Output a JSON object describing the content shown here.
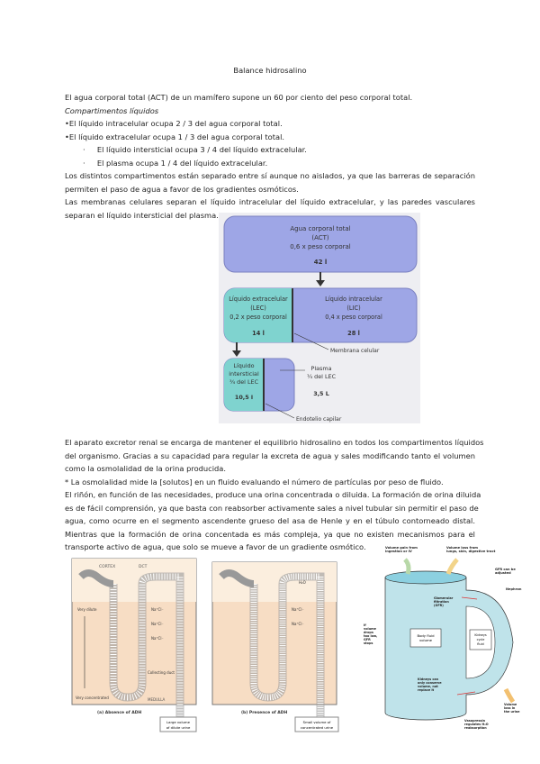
{
  "title": "Balance hidrosalino",
  "intro": [
    "El agua corporal total (ACT) de un mamífero supone un 60 por ciento del peso corporal total.",
    "Compartimentos líquidos",
    "•El líquido intracelular ocupa 2 / 3 del agua corporal total.",
    "•El líquido extracelular ocupa 1 / 3 del agua corporal total.",
    "El líquido intersticial ocupa 3 / 4 del líquido extracelular.",
    "El plasma ocupa 1 / 4 del líquido extracelular.",
    "Los distintos compartimentos están separado entre sí aunque no aislados, ya que las barreras de separación",
    "permiten el paso de agua a favor de los gradientes osmóticos.",
    "Las membranas celulares separan el líquido intracelular del líquido extracelular, y las paredes vasculares",
    "separan el líquido intersticial del plasma."
  ],
  "diagram": {
    "act": [
      "Agua corporal total",
      "(ACT)",
      "0,6 x peso corporal",
      "42 l"
    ],
    "lec": [
      "Líquido extracelular",
      "(LEC)",
      "0,2 x peso corporal",
      "14 l"
    ],
    "lic": [
      "Líquido intracelular",
      "(LIC)",
      "0,4 x peso corporal",
      "28 l"
    ],
    "membrana": "Membrana celular",
    "intersticial": [
      "Líquido",
      "intersticial",
      "¾ del LEC",
      "10,5 l"
    ],
    "plasma": [
      "Plasma",
      "¼ del LEC",
      "3,5 L"
    ],
    "endotelio": "Endotelio capilar",
    "colors": {
      "blue": "#9ea6e6",
      "teal": "#7fd3cf",
      "bg": "#eeeef2"
    }
  },
  "body": [
    "El aparato excretor renal se encarga de mantener el equilibrio hidrosalino en todos los compartimentos líquidos",
    "del organismo. Gracias a su capacidad para regular la excreta de agua y sales modificando tanto el volumen",
    "como la osmolalidad de la orina producida.",
    "* La osmolalidad mide la [solutos] en un fluido evaluando el número de partículas por peso de fluido.",
    "El riñón, en función de las necesidades, produce una orina concentrada o diluida. La formación de orina diluida",
    "es de fácil comprensión, ya que basta con reabsorber activamente sales a nivel tubular sin permitir el paso de",
    "agua, como ocurre en el segmento ascendente grueso del asa de Henle y en el túbulo contorneado distal.",
    "Mientras que la formación de orina concentada es más compleja, ya que no existen mecanismos para el",
    "transporte activo de agua, que solo se mueve a favor de un gradiente osmótico."
  ],
  "nephron": {
    "cortex": "CORTEX",
    "dct": "DCT",
    "medulla": "MEDULLA",
    "duct": "Collecting duct",
    "dilute": "Very dilute",
    "concentrated": "Very concentrated",
    "nacl": "Na⁺Cl⁻",
    "h2o": "H₂O",
    "caption_a": "(a) Absence of ADH",
    "caption_b": "(b) Presence of ADH",
    "out_a": [
      "Large volume",
      "of dilute urine"
    ],
    "out_b": [
      "Small volume of",
      "concentrated urine"
    ]
  },
  "jug": {
    "gain": [
      "Volume gain from",
      "ingestion or IV"
    ],
    "loss": [
      "Volume loss from",
      "lungs, skin, digestive tract"
    ],
    "gfr": [
      "GFR can be",
      "adjusted"
    ],
    "nephron": "Nephron",
    "filtration": [
      "Glomerular",
      "filtration",
      "(GFR)"
    ],
    "body": [
      "Body fluid",
      "volume"
    ],
    "kidney": [
      "Kidneys",
      "cycle",
      "fluid"
    ],
    "drops": [
      "If",
      "volume",
      "drops",
      "too low,",
      "GFR",
      "stops"
    ],
    "conserve": [
      "Kidneys can",
      "only conserve",
      "volume, not",
      "replace it"
    ],
    "urine": [
      "Volume",
      "loss in",
      "the urine"
    ],
    "vaso": [
      "Vasopressin",
      "regulates H₂O",
      "reabsorption"
    ]
  }
}
